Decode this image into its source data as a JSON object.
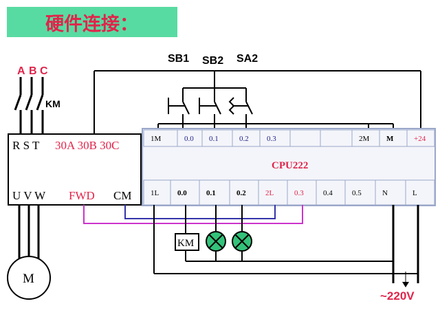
{
  "title": "硬件连接：",
  "colors": {
    "title_bg": "#58dba2",
    "title_text": "#e0244a",
    "red": "#e0244a",
    "wire_magenta": "#cc33cc",
    "wire_blue": "#3333aa",
    "lamp": "#33c27a",
    "panel_border": "#9aa7c9"
  },
  "phases": {
    "a": "A",
    "b": "B",
    "c": "C"
  },
  "contactor": "KM",
  "switches": {
    "sb1": "SB1",
    "sb2": "SB2",
    "sa2": "SA2"
  },
  "inverter": {
    "top_left": "R S T",
    "top_right": "30A 30B 30C",
    "bottom_left": "U V W",
    "fwd": "FWD",
    "cm": "CM"
  },
  "motor": "M",
  "plc": {
    "model": "CPU222",
    "top_cells": [
      "1M",
      "0.0",
      "0.1",
      "0.2",
      "0.3",
      "",
      "",
      "2M",
      "M",
      "+24"
    ],
    "bottom_cells": [
      "1L",
      "0.0",
      "0.1",
      "0.2",
      "2L",
      "0.3",
      "0.4",
      "0.5",
      "N",
      "L"
    ]
  },
  "output_km": "KM",
  "supply": "~220V"
}
